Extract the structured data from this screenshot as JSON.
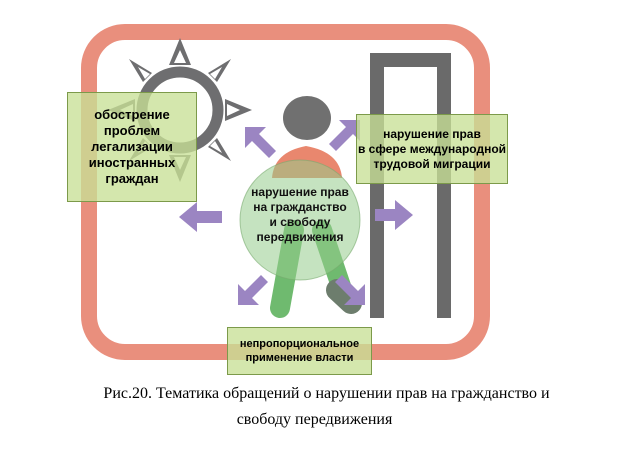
{
  "colors": {
    "frame": "#e98f7d",
    "sun": "#6e6e70",
    "figure_head": "#707070",
    "body_top": "#e9876e",
    "legs": "#6fba6f",
    "arrows": "#9b85c2",
    "notes_fill": "#c8e096",
    "doorway": "#6a6a6a"
  },
  "icons": [
    "sun-icon",
    "person-icon",
    "doorway-icon",
    "arrow-icon"
  ],
  "labels": {
    "center": "нарушение прав\nна гражданство\nи свободу\nпередвижения",
    "left": "обострение\nпроблем\nлегализации\nиностранных\nграждан",
    "right": "нарушение прав\nв сфере международной\nтрудовой миграции",
    "bottom": "непропорциональное\nприменение власти"
  },
  "caption": {
    "line1": "Рис.20. Тематика обращений о нарушении прав на гражданство и",
    "line2": "свободу передвижения"
  }
}
